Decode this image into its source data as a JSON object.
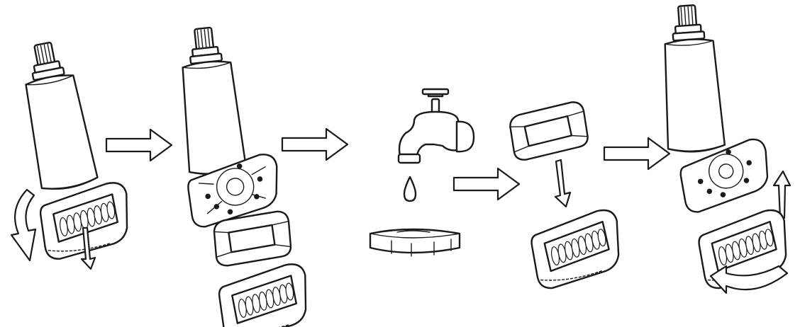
{
  "diagram": {
    "steps": [
      {
        "id": 1,
        "action": "unscrew-bottom-cap"
      },
      {
        "id": 2,
        "action": "remove-cap-and-filter-ring"
      },
      {
        "id": 3,
        "action": "rinse-ring-under-tap"
      },
      {
        "id": 4,
        "action": "place-ring-into-cap"
      },
      {
        "id": 5,
        "action": "refit-and-screw-cap"
      }
    ],
    "colors": {
      "line": "#1a1a1a",
      "fill": "#ffffff"
    },
    "icons": [
      "cartridge",
      "bottom-cap",
      "filter-ring",
      "water-tap",
      "water-drop",
      "process-arrow",
      "rotate-arrow",
      "down-arrow",
      "up-arrow"
    ]
  }
}
